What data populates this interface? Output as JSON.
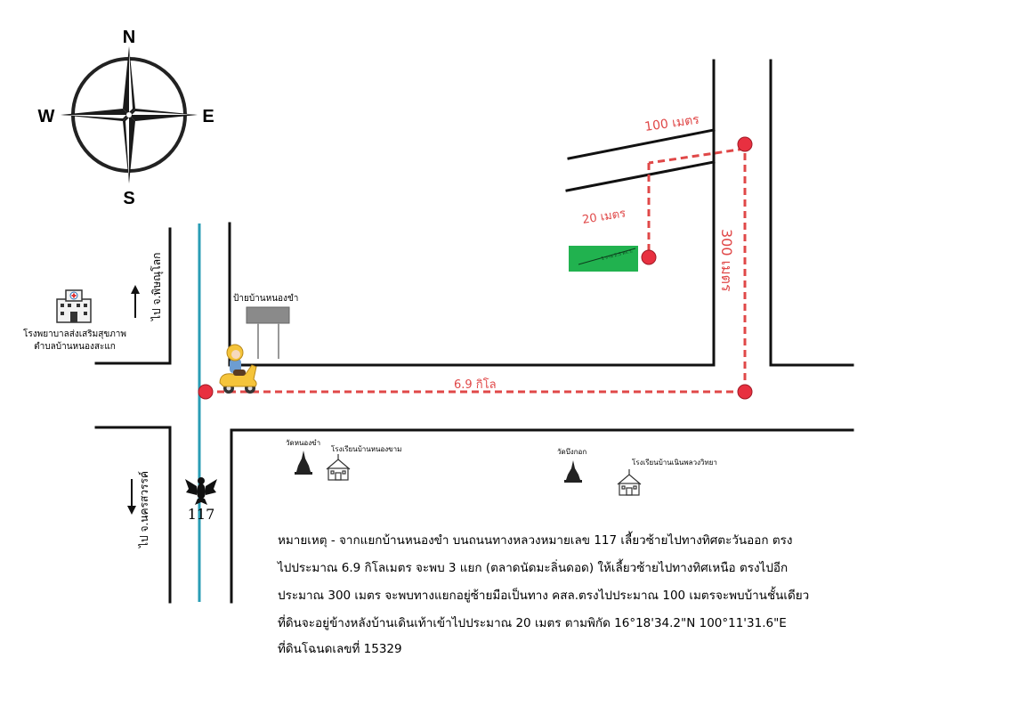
{
  "compass": {
    "n": "N",
    "s": "S",
    "e": "E",
    "w": "W"
  },
  "route": {
    "dist_main": "6.9 กิโล",
    "dist_north": "300 เมตร",
    "dist_east": "100 เมตร",
    "dist_walk": "20 เมตร",
    "plot_label": "1 งาน 2.5 ตร.ว."
  },
  "places": {
    "hospital": [
      "โรงพยาบาลส่งเสริมสุขภาพ",
      "ตำบลบ้านหนองสะแก"
    ],
    "sign": "ป้ายบ้านหนองขำ",
    "temple1": "วัดหนองขำ",
    "school1": "โรงเรียนบ้านหนองขาม",
    "temple2": "วัดบึงกอก",
    "school2": "โรงเรียนบ้านเนินพลวงวิทยา"
  },
  "directions": {
    "north": "ไป จ.พิษณุโลก",
    "south": "ไป จ.นครสวรรค์"
  },
  "highway": "117",
  "note": [
    "หมายเหตุ - จากแยกบ้านหนองขำ บนถนนทางหลวงหมายเลข 117 เลี้ยวซ้ายไปทางทิศตะวันออก ตรง",
    "ไปประมาณ 6.9 กิโลเมตร จะพบ 3 แยก (ตลาดนัดมะลิ่นดอด) ให้เลี้ยวซ้ายไปทางทิศเหนือ ตรงไปอีก",
    "ประมาณ 300 เมตร จะพบทางแยกอยู่ซ้ายมือเป็นทาง คสล.ตรงไปประมาณ 100 เมตรจะพบบ้านชั้นเดียว",
    "ที่ดินจะอยู่ข้างหลังบ้านเดินเท้าเข้าไปประมาณ 20 เมตร ตามพิกัด 16°18'34.2\"N 100°11'31.6\"E",
    " ที่ดินโฉนดเลขที่ 15329"
  ],
  "colors": {
    "route": "#e04848",
    "highway": "#2a9db5",
    "plot": "#21b24f",
    "scooter": "#f5c43a"
  },
  "icons": [
    "compass-rose-icon",
    "hospital-icon",
    "sign-icon",
    "scooter-rider-icon",
    "temple-icon",
    "school-icon",
    "garuda-emblem-icon"
  ]
}
